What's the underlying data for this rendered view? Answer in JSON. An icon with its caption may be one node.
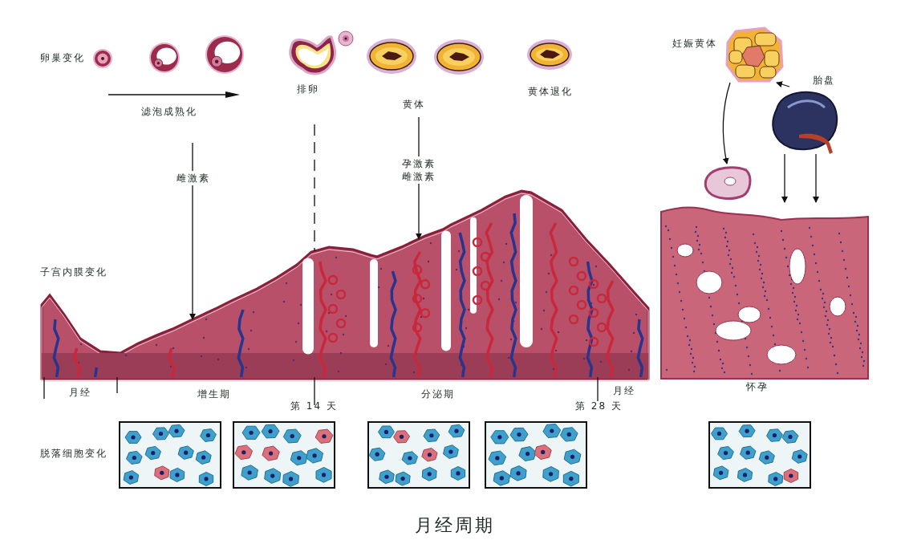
{
  "diagram": {
    "title": "月经周期",
    "nodes": [
      {
        "text": [
          "排卵"
        ]
      },
      {
        "text": [
          "黄体"
        ]
      },
      {
        "text": [],
        "shape": "picture"
      },
      {
        "text": [],
        "shape": "picture",
        "beside": [
          "妊娠黄体"
        ]
      },
      {
        "text": [],
        "shape": "picture",
        "beside": [
          "胎盘"
        ]
      },
      {
        "text": [],
        "shape": "picture"
      },
      {
        "text": [],
        "shape": "picture",
        "beside": [
          "怀孕"
        ]
      }
    ],
    "edges": [
      {
        "from": null,
        "to": 2,
        "arrow": "to",
        "label": "雌激素"
      },
      {
        "from": 0,
        "to": 2,
        "arrow": "none",
        "style": "dashed"
      },
      {
        "from": 1,
        "to": 2,
        "arrow": "to",
        "label": "孕激素雌激素"
      },
      {
        "from": 3,
        "to": 5,
        "arrow": "to"
      },
      {
        "from": 4,
        "to": 3,
        "arrow": "to"
      },
      {
        "from": 4,
        "to": 6,
        "arrow": "to"
      },
      {
        "from": 4,
        "to": 6,
        "arrow": "to"
      }
    ],
    "labels": [
      "卵巢变化",
      "滤泡成熟化",
      "黄体退化",
      "子宫内膜变化",
      "月经",
      "增生期",
      "第 14 天",
      "分泌期",
      "第 28 天",
      "月经",
      "脱落细胞变化"
    ]
  }
}
